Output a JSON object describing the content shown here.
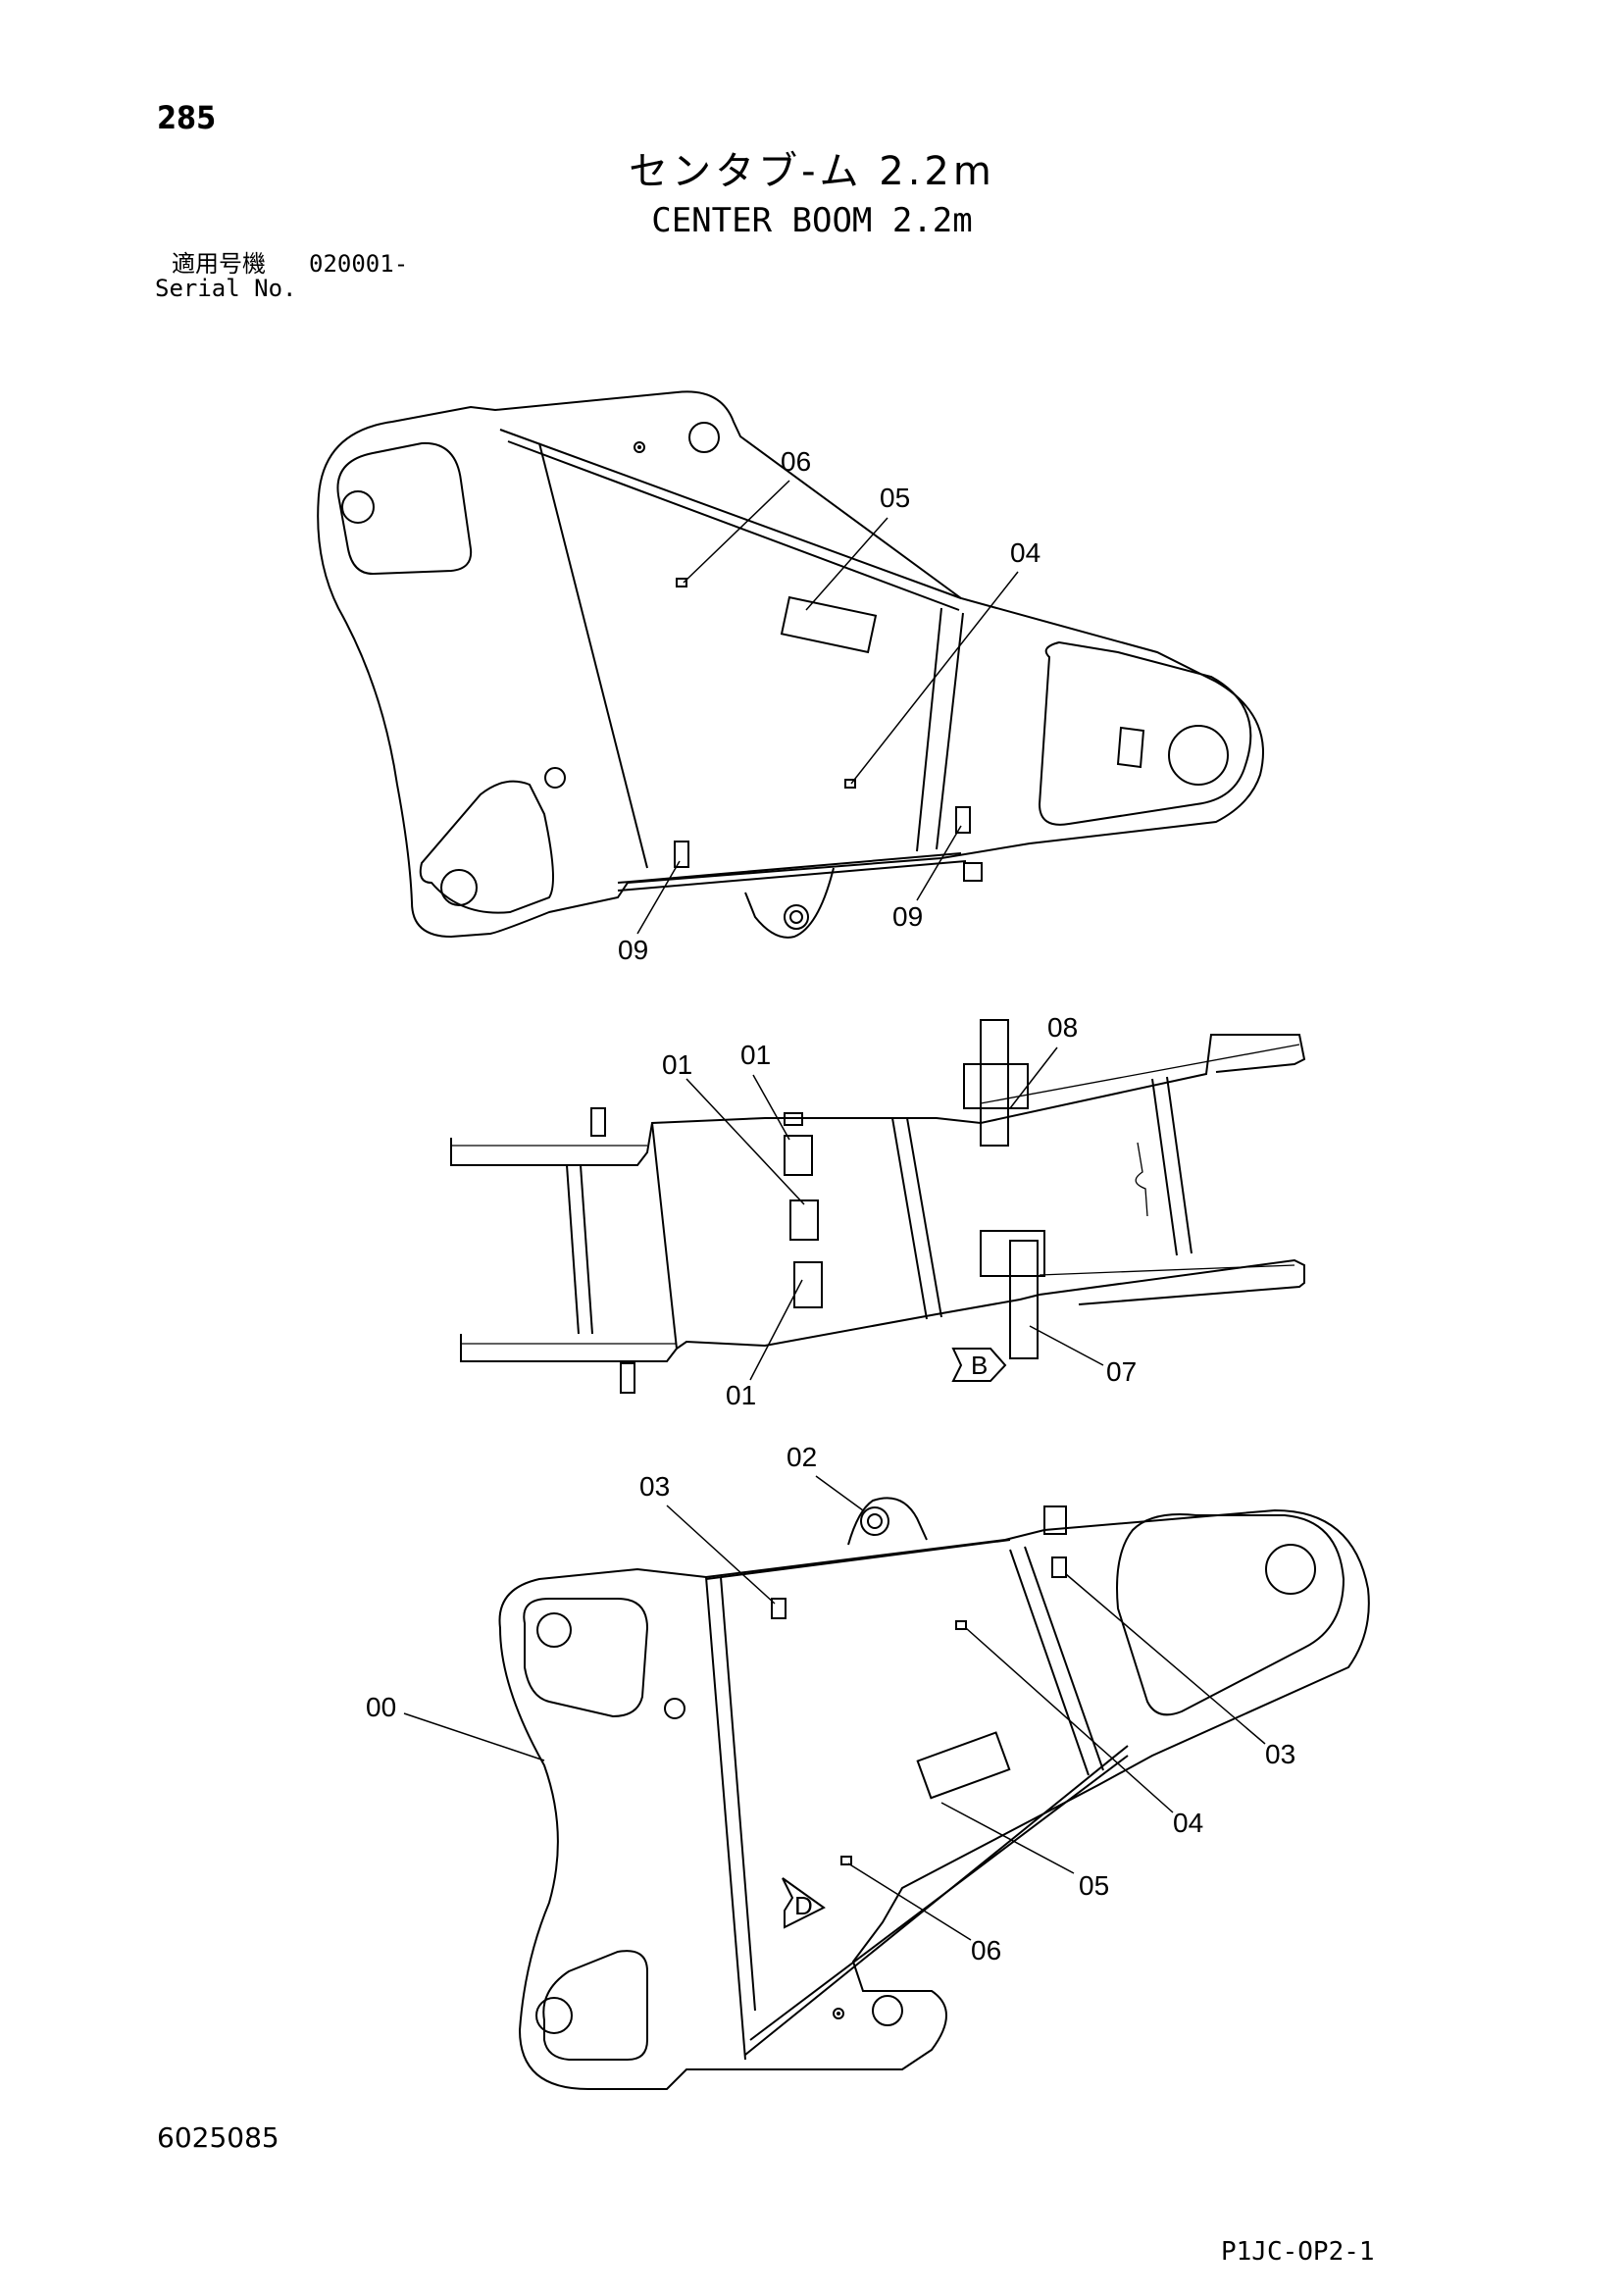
{
  "page_number": "285",
  "title_ja": "センタブ-ム 2.2m",
  "title_en": "CENTER BOOM 2.2m",
  "serial": {
    "label_ja": "適用号機",
    "range": "020001-",
    "label_en": "Serial No."
  },
  "callouts": {
    "top": {
      "c06": "06",
      "c05": "05",
      "c04": "04",
      "c09a": "09",
      "c09b": "09"
    },
    "middle": {
      "c01a": "01",
      "c01b": "01",
      "c01c": "01",
      "c08": "08",
      "c07": "07",
      "viewB": "B"
    },
    "bottom": {
      "c02": "02",
      "c03a": "03",
      "c03b": "03",
      "c00": "00",
      "c04": "04",
      "c05": "05",
      "c06": "06",
      "viewD": "D"
    }
  },
  "drawing_number": "6025085",
  "sheet_code": "P1JC-OP2-1"
}
